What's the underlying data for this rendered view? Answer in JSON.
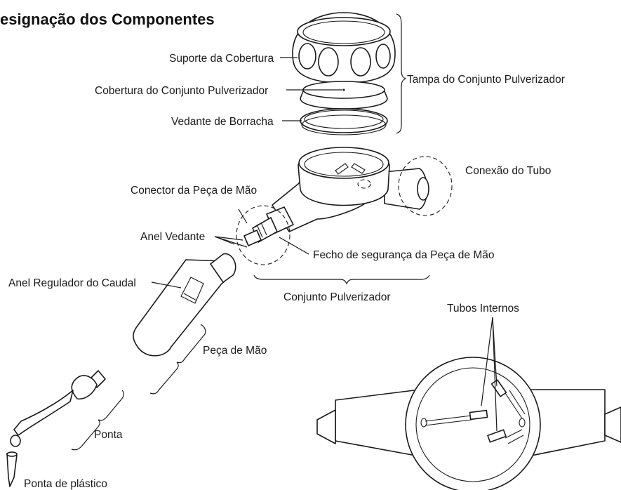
{
  "title": "esignação dos Componentes",
  "labels": {
    "suporte_cobertura": "Suporte da Cobertura",
    "cobertura_conjunto": "Cobertura do Conjunto Pulverizador",
    "vedante_borracha": "Vedante de Borracha",
    "tampa_conjunto": "Tampa do Conjunto Pulverizador",
    "conexao_tubo": "Conexão do Tubo",
    "conector_peca": "Conector da Peça de Mão",
    "anel_vedante": "Anel Vedante",
    "fecho_seguranca": "Fecho de segurança da Peça de Mão",
    "anel_regulador": "Anel Regulador do Caudal",
    "conjunto_pulverizador": "Conjunto Pulverizador",
    "peca_de_mao": "Peça de Mão",
    "ponta": "Ponta",
    "ponta_plastico": "Ponta de plástico",
    "tubos_internos": "Tubos Internos"
  }
}
